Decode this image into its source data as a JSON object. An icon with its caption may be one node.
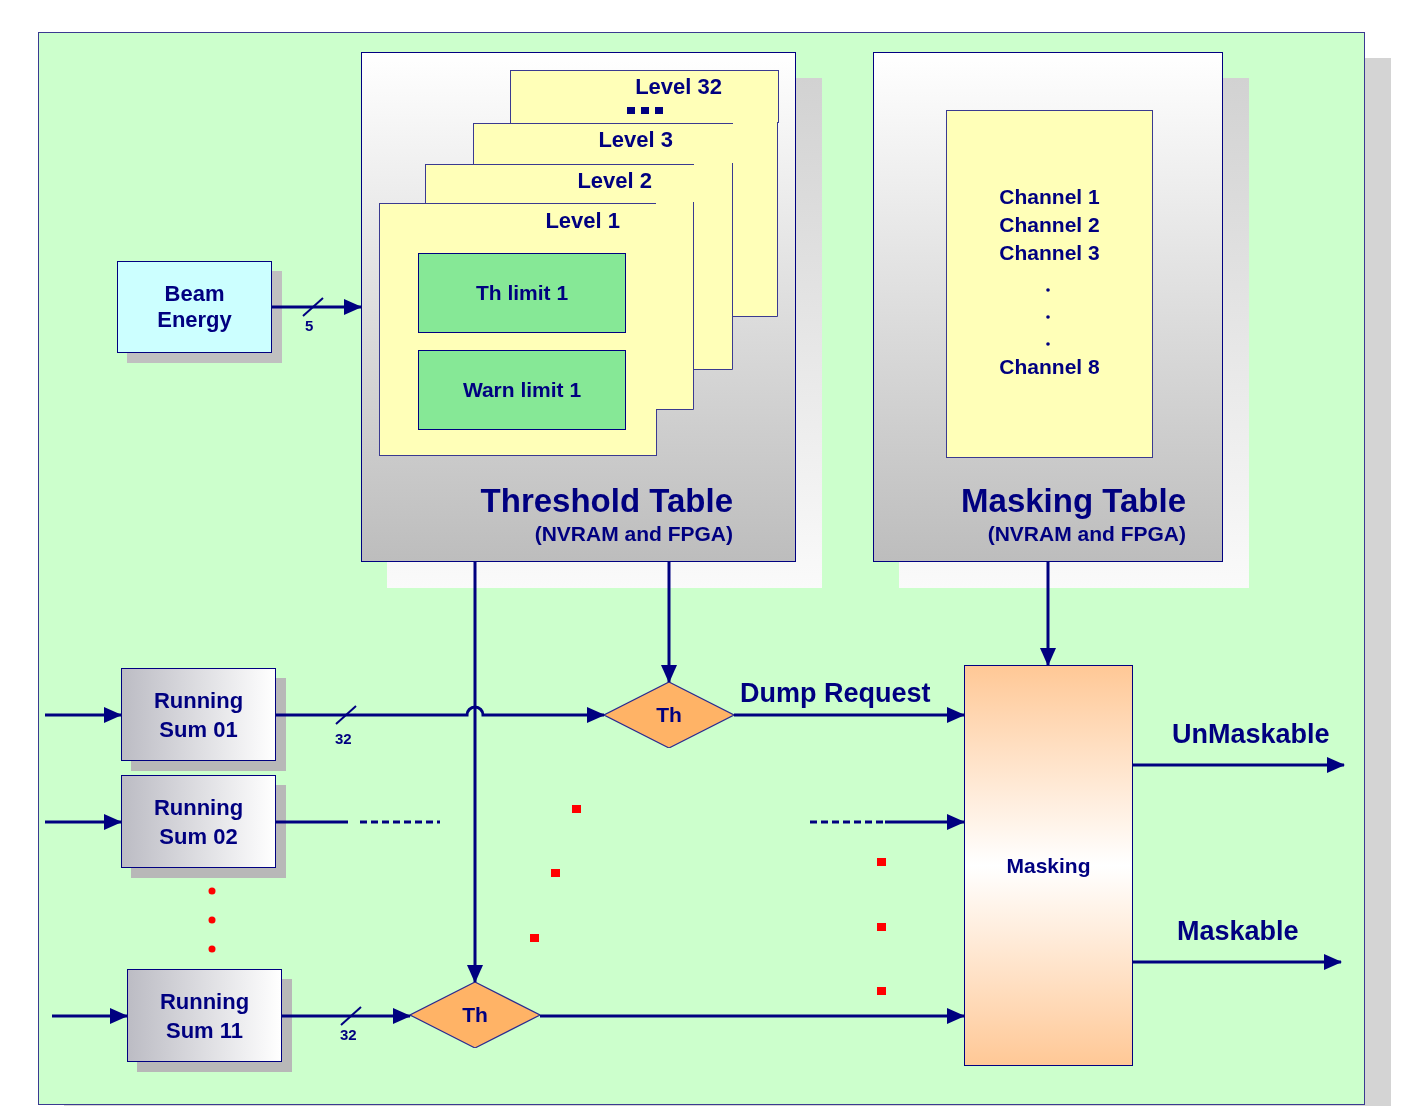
{
  "diagram": {
    "nodes": [
      {
        "text": [
          "Beam Energy"
        ]
      },
      {
        "text": [
          "Threshold Table",
          "(NVRAM and FPGA)"
        ]
      },
      {
        "text": [
          "Level 32"
        ],
        "in": 1
      },
      {
        "text": [
          "Level 3"
        ],
        "in": 1
      },
      {
        "text": [
          "Level 2"
        ],
        "in": 1
      },
      {
        "text": [
          "Level 1"
        ],
        "in": 1
      },
      {
        "text": [
          "Th limit 1"
        ],
        "in": 5
      },
      {
        "text": [
          "Warn limit 1"
        ],
        "in": 5
      },
      {
        "text": [
          "Masking Table",
          "(NVRAM and FPGA)"
        ]
      },
      {
        "text": [
          "Channel 1",
          "Channel 2",
          "Channel 3",
          "Channel 8"
        ],
        "in": 8
      },
      {
        "text": [
          "Running Sum 01"
        ]
      },
      {
        "text": [
          "Running Sum 02"
        ]
      },
      {
        "text": [
          "Running Sum 11"
        ]
      },
      {
        "text": [
          "Th"
        ]
      },
      {
        "text": [
          "Th"
        ]
      },
      {
        "text": [
          "Masking"
        ]
      }
    ],
    "edges": [
      {
        "from": null,
        "to": 10,
        "arrow": "to"
      },
      {
        "from": null,
        "to": 11,
        "arrow": "to"
      },
      {
        "from": null,
        "to": 12,
        "arrow": "to"
      },
      {
        "from": 0,
        "to": 1,
        "arrow": "to",
        "label": "5"
      },
      {
        "from": 10,
        "to": 13,
        "arrow": "to",
        "label": "32"
      },
      {
        "from": 12,
        "to": 14,
        "arrow": "to",
        "label": "32"
      },
      {
        "from": 1,
        "to": 13,
        "arrow": "to"
      },
      {
        "from": 1,
        "to": 14,
        "arrow": "to"
      },
      {
        "from": 13,
        "to": 15,
        "arrow": "to",
        "label": "Dump Request"
      },
      {
        "from": 14,
        "to": 15,
        "arrow": "to"
      },
      {
        "from": 8,
        "to": 15,
        "arrow": "to"
      },
      {
        "from": 15,
        "to": null,
        "arrow": "to",
        "label": "UnMaskable"
      },
      {
        "from": 15,
        "to": null,
        "arrow": "to",
        "label": "Maskable"
      },
      {
        "from": 11,
        "to": null,
        "arrow": "none"
      },
      {
        "from": null,
        "to": 15,
        "arrow": "to"
      }
    ]
  }
}
